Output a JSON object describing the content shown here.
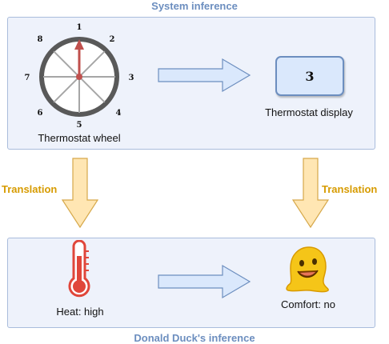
{
  "titles": {
    "top": "System inference",
    "bottom": "Donald Duck's inference"
  },
  "system": {
    "wheel_caption": "Thermostat wheel",
    "wheel_numbers": [
      "1",
      "2",
      "3",
      "4",
      "5",
      "6",
      "7",
      "8"
    ],
    "display_value": "3",
    "display_caption": "Thermostat display"
  },
  "translation": {
    "left_label": "Translation",
    "right_label": "Translation"
  },
  "donald": {
    "heat_caption": "Heat: high",
    "comfort_caption": "Comfort: no"
  },
  "colors": {
    "panel_fill": "#eef2fb",
    "panel_border": "#a9bcdc",
    "arrow_blue_fill": "#dae8fc",
    "arrow_blue_stroke": "#6c8ebf",
    "arrow_orange_fill": "#ffe6b3",
    "arrow_orange_stroke": "#d6a84a",
    "title_blue": "#6c8ebf",
    "label_orange": "#d79b00",
    "thermometer_red": "#e0463a",
    "needle_red": "#c0504d"
  },
  "icons": {
    "wheel": "thermostat-wheel-icon",
    "thermometer": "thermometer-icon",
    "face": "melting-face-icon"
  }
}
